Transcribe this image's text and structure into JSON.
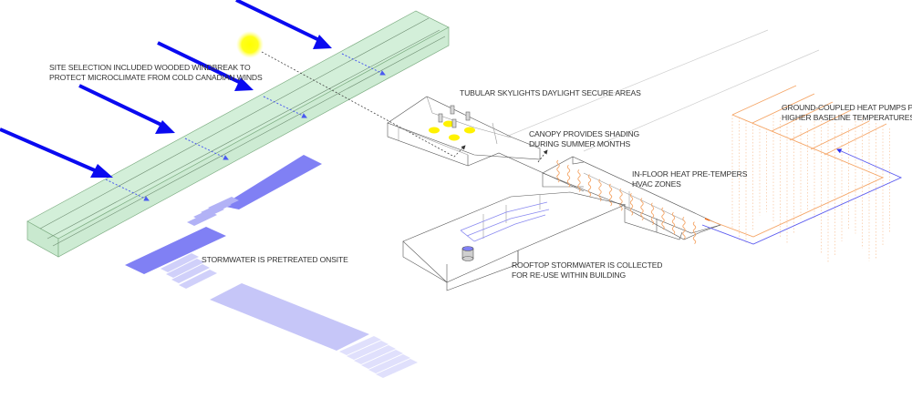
{
  "title": "Site and building sustainability strategies (axonometric diagram)",
  "colors": {
    "wind": "#0a0af0",
    "windbreak_fill": "#d3efd9",
    "windbreak_edge": "#7fae84",
    "sun": "#ffff00",
    "skylight": "#fff200",
    "stormwater_dark": "#8080f4",
    "stormwater_light": "#c6c6f8",
    "heat": "#f5a566",
    "return_loop": "#5a5af0",
    "sun_path": "#444444"
  },
  "annotations": {
    "windbreak": {
      "line1": "SITE SELECTION INCLUDED WOODED WINDBREAK TO",
      "line2": "PROTECT MICROCLIMATE FROM COLD CANADIAN WINDS"
    },
    "skylights": {
      "line1": "TUBULAR SKYLIGHTS DAYLIGHT SECURE AREAS"
    },
    "canopy": {
      "line1": "CANOPY PROVIDES SHADING",
      "line2": "DURING SUMMER MONTHS"
    },
    "in_floor_heat": {
      "line1": "IN-FLOOR HEAT PRE-TEMPERS",
      "line2": "HVAC ZONES"
    },
    "geothermal": {
      "line1": "GROUND-COUPLED HEAT PUMPS PROVIDE",
      "line2": "HIGHER BASELINE TEMPERATURES"
    },
    "stormwater_site": {
      "line1": "STORMWATER IS PRETREATED ONSITE"
    },
    "stormwater_roof": {
      "line1": "ROOFTOP STORMWATER IS COLLECTED",
      "line2": "FOR RE-USE WITHIN BUILDING"
    }
  },
  "elements": {
    "wind_arrows": 4,
    "skylight_tubes": 4,
    "skylight_spots": 4,
    "heat_wave_columns": 14,
    "geothermal_wells": 24
  }
}
